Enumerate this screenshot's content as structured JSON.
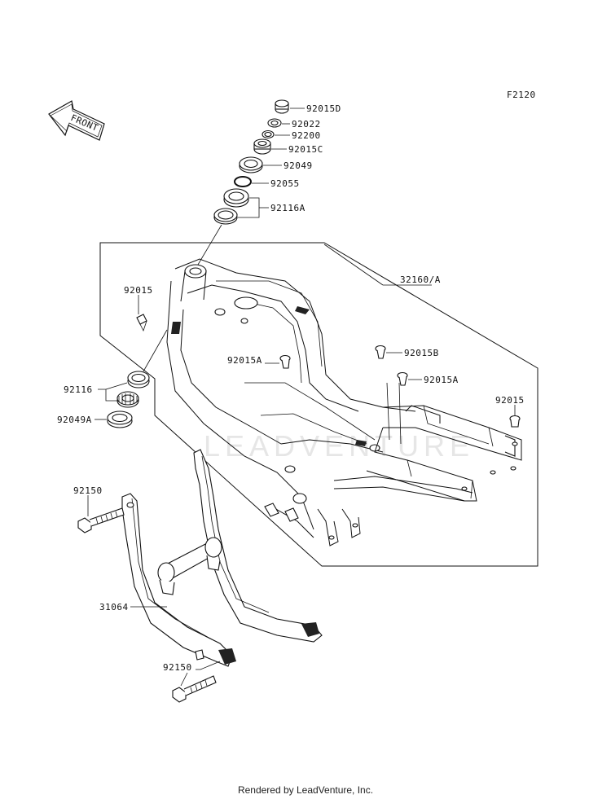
{
  "diagram_code": "F2120",
  "front_arrow_label": "FRONT",
  "watermark": "LEADVENTURE",
  "footer": "Rendered by LeadVenture, Inc.",
  "labels": {
    "l92015D": "92015D",
    "l92022": "92022",
    "l92200": "92200",
    "l92015C": "92015C",
    "l92049": "92049",
    "l92055": "92055",
    "l92116A": "92116A",
    "l32160A": "32160/A",
    "l92015_left": "92015",
    "l92015A_center": "92015A",
    "l92015B": "92015B",
    "l92015A_right": "92015A",
    "l92015_right": "92015",
    "l92116": "92116",
    "l92049A": "92049A",
    "l92150_top": "92150",
    "l31064": "31064",
    "l92150_bottom": "92150"
  }
}
